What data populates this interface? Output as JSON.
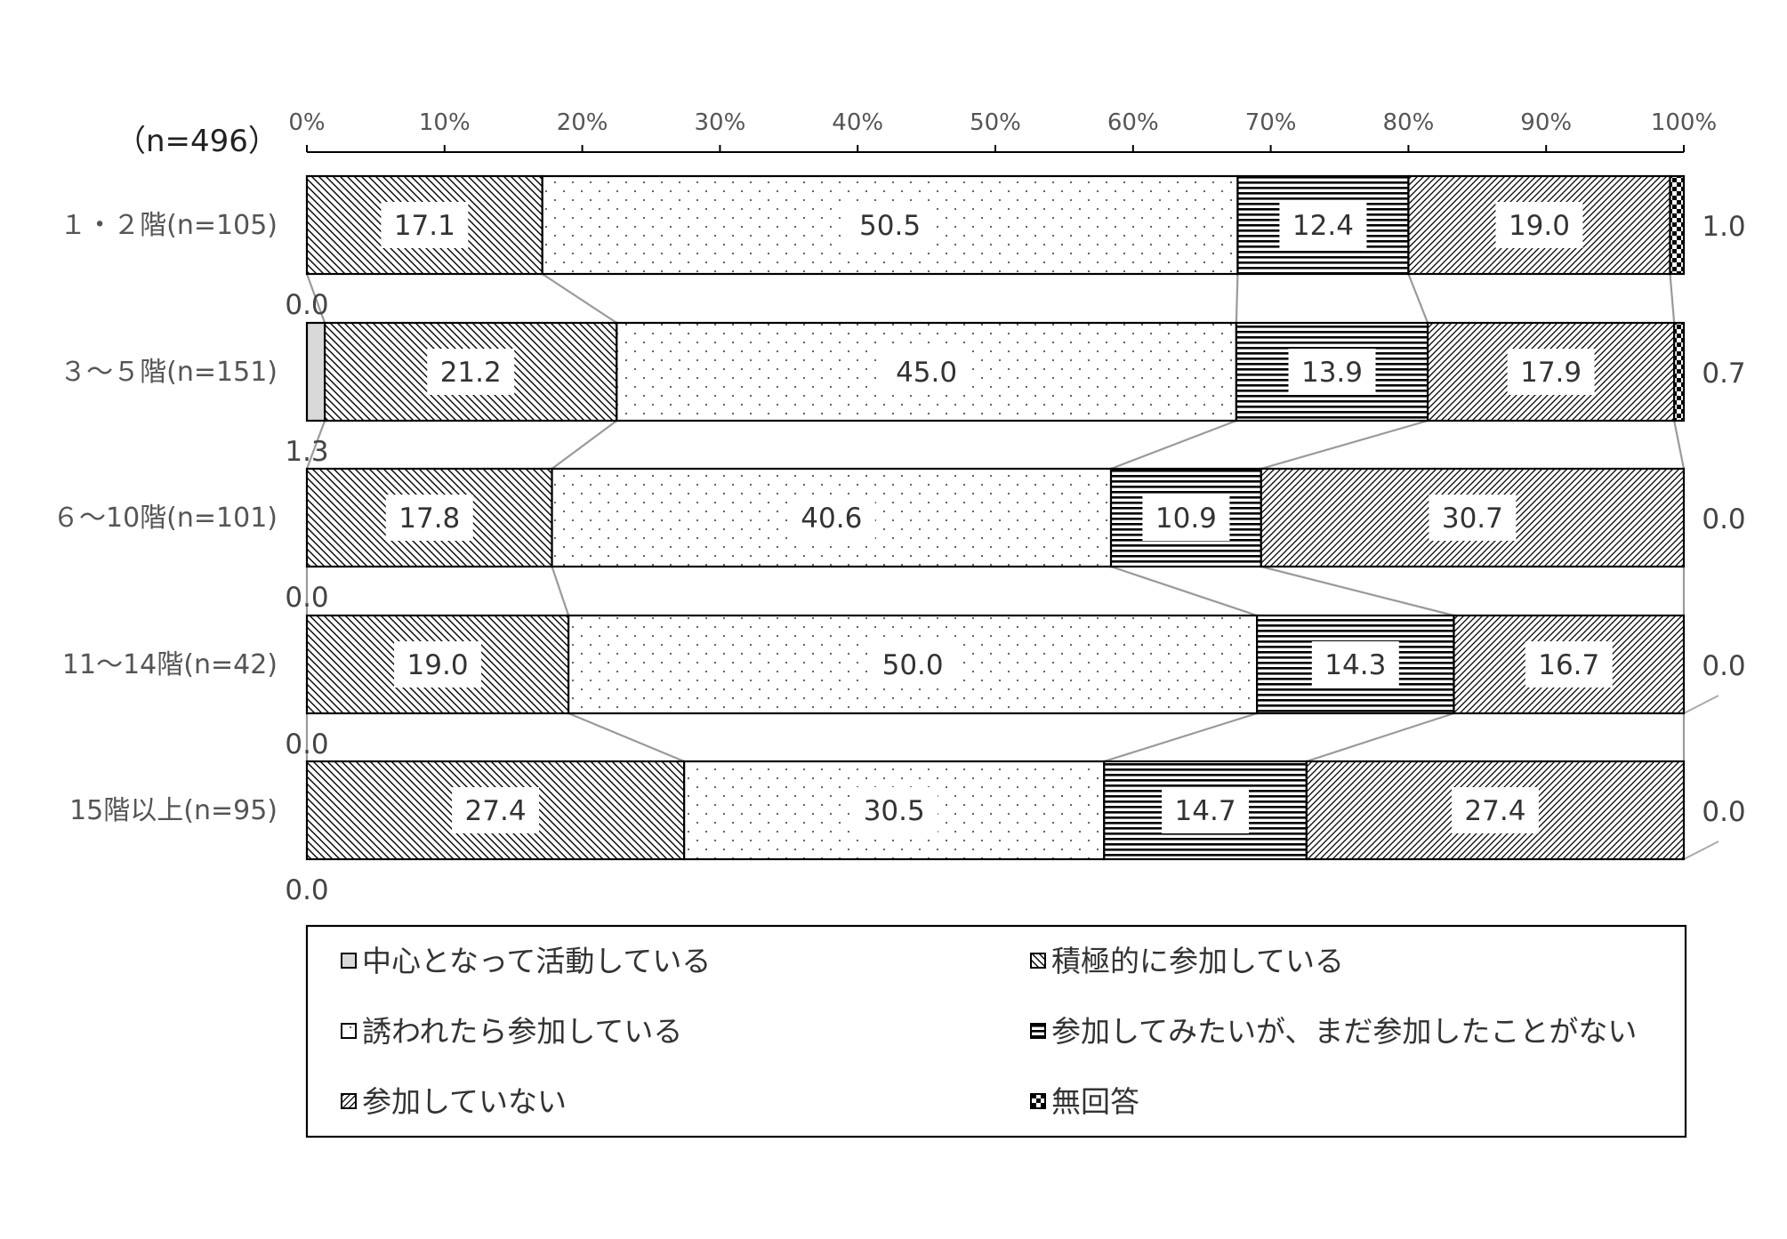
{
  "chart_data": {
    "type": "bar",
    "orientation": "horizontal-stacked-100",
    "sample_label": "（n=496）",
    "categories": [
      "１・２階(n=105)",
      "３～５階(n=151)",
      "６～10階(n=101)",
      "11～14階(n=42)",
      "15階以上(n=95)"
    ],
    "series": [
      {
        "name": "中心となって活動している",
        "values": [
          0.0,
          1.3,
          0.0,
          0.0,
          0.0
        ]
      },
      {
        "name": "積極的に参加している",
        "values": [
          17.1,
          21.2,
          17.8,
          19.0,
          27.4
        ]
      },
      {
        "name": "誘われたら参加している",
        "values": [
          50.5,
          45.0,
          40.6,
          50.0,
          30.5
        ]
      },
      {
        "name": "参加してみたいが、まだ参加したことがない",
        "values": [
          12.4,
          13.9,
          10.9,
          14.3,
          14.7
        ]
      },
      {
        "name": "参加していない",
        "values": [
          19.0,
          17.9,
          30.7,
          16.7,
          27.4
        ]
      },
      {
        "name": "無回答",
        "values": [
          1.0,
          0.7,
          0.0,
          0.0,
          0.0
        ]
      }
    ],
    "value_labels": [
      [
        "0.0",
        "17.1",
        "50.5",
        "12.4",
        "19.0",
        "1.0"
      ],
      [
        "1.3",
        "21.2",
        "45.0",
        "13.9",
        "17.9",
        "0.7"
      ],
      [
        "0.0",
        "17.8",
        "40.6",
        "10.9",
        "30.7",
        "0.0"
      ],
      [
        "0.0",
        "19.0",
        "50.0",
        "14.3",
        "16.7",
        "0.0"
      ],
      [
        "0.0",
        "27.4",
        "30.5",
        "14.7",
        "27.4",
        "0.0"
      ]
    ],
    "x_ticks": [
      "0%",
      "10%",
      "20%",
      "30%",
      "40%",
      "50%",
      "60%",
      "70%",
      "80%",
      "90%",
      "100%"
    ],
    "xlim": [
      0,
      100
    ],
    "axis_position": "top",
    "grid": false,
    "connector_lines": true,
    "legend_placement": "bottom",
    "legend": [
      "中心となって活動している",
      "積極的に参加している",
      "誘われたら参加している",
      "参加してみたいが、まだ参加したことがない",
      "参加していない",
      "無回答"
    ]
  }
}
